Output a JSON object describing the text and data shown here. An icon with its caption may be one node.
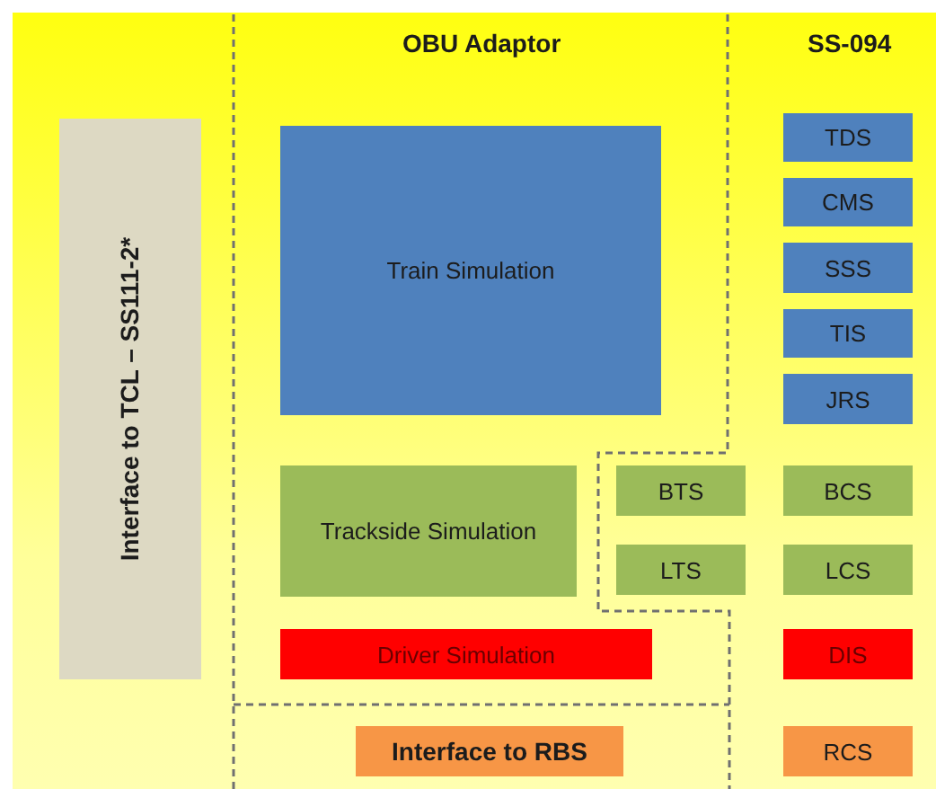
{
  "diagram": {
    "nodes": [
      {
        "text": [
          "Interface to TCL – SS111-2*"
        ]
      },
      {
        "text": [
          "Train Simulation"
        ]
      },
      {
        "text": [
          "TDS"
        ]
      },
      {
        "text": [
          "CMS"
        ]
      },
      {
        "text": [
          "SSS"
        ]
      },
      {
        "text": [
          "TIS"
        ]
      },
      {
        "text": [
          "JRS"
        ]
      },
      {
        "text": [
          "Trackside Simulation"
        ]
      },
      {
        "text": [
          "BTS"
        ]
      },
      {
        "text": [
          "BCS"
        ]
      },
      {
        "text": [
          "LTS"
        ]
      },
      {
        "text": [
          "LCS"
        ]
      },
      {
        "text": [
          "Driver Simulation"
        ]
      },
      {
        "text": [
          "DIS"
        ]
      },
      {
        "text": [
          "Interface to RBS"
        ]
      },
      {
        "text": [
          "RCS"
        ]
      }
    ],
    "labels": [
      "OBU Adaptor",
      "SS-094"
    ]
  }
}
